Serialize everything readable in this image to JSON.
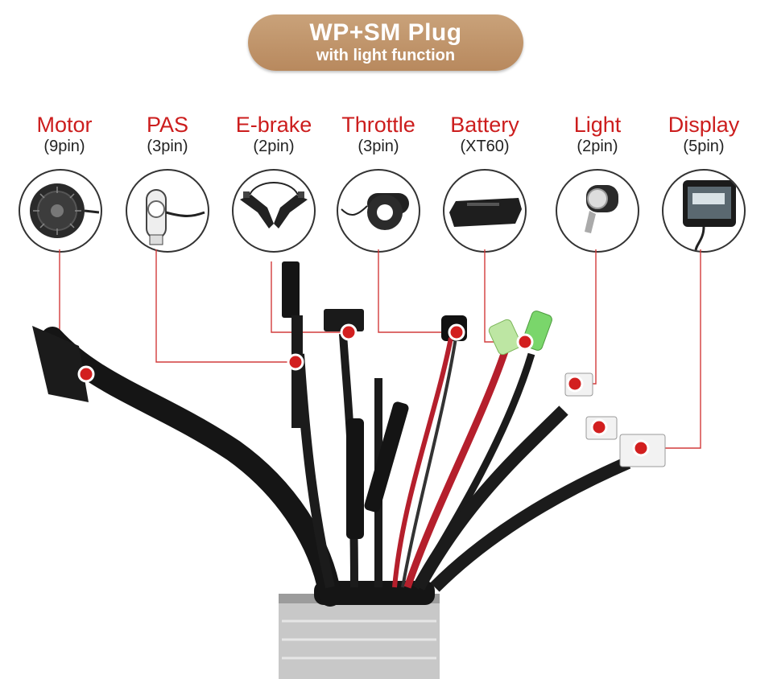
{
  "header": {
    "title": "WP+SM Plug",
    "subtitle": "with light function"
  },
  "connectors": [
    {
      "name": "Motor",
      "spec": "(9pin)",
      "icon": "hub-motor-icon"
    },
    {
      "name": "PAS",
      "spec": "(3pin)",
      "icon": "pas-sensor-icon"
    },
    {
      "name": "E-brake",
      "spec": "(2pin)",
      "icon": "brake-levers-icon"
    },
    {
      "name": "Throttle",
      "spec": "(3pin)",
      "icon": "thumb-throttle-icon"
    },
    {
      "name": "Battery",
      "spec": "(XT60)",
      "icon": "battery-icon"
    },
    {
      "name": "Light",
      "spec": "(2pin)",
      "icon": "headlight-icon"
    },
    {
      "name": "Display",
      "spec": "(5pin)",
      "icon": "lcd-display-icon"
    }
  ],
  "colors": {
    "label_red": "#cc1d1d",
    "pill": "#bf9268",
    "marker_red": "#d21f1f",
    "cable": "#1a1a1a"
  }
}
